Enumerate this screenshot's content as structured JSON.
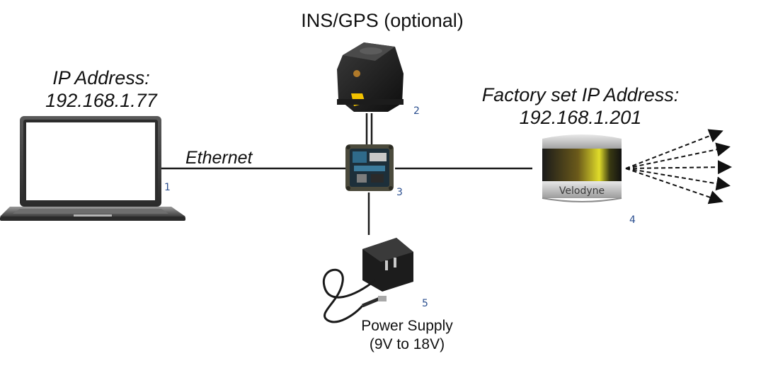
{
  "labels": {
    "ins_gps": "INS/GPS (optional)",
    "laptop_ip_line1": "IP Address:",
    "laptop_ip_line2": "192.168.1.77",
    "ethernet": "Ethernet",
    "sensor_ip_line1": "Factory set IP Address:",
    "sensor_ip_line2": "192.168.1.201",
    "power_line1": "Power Supply",
    "power_line2": "(9V to 18V)",
    "sensor_brand": "Velodyne"
  },
  "callouts": {
    "laptop": "1",
    "ins_gps": "2",
    "interface_box": "3",
    "sensor": "4",
    "power_supply": "5"
  },
  "colors": {
    "cable": "#1a1a1a",
    "callout": "#2b4f8f",
    "sensor_accent": "#d8d000"
  }
}
